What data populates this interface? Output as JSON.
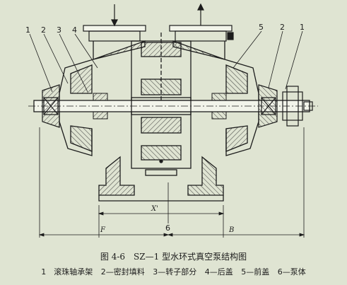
{
  "figure": {
    "caption": "图 4-6　SZ—1 型水环式真空泵结构图",
    "callouts_left": [
      "1",
      "2",
      "3",
      "4"
    ],
    "callouts_right": [
      "5",
      "2",
      "1"
    ],
    "callout_bottom": "6",
    "dimensions": {
      "x_prime": "X'",
      "f": "F",
      "b": "B"
    },
    "legend": [
      "1　滚珠轴承架",
      "2—密封填料",
      "3—转子部分",
      "4—后盖",
      "5—前盖",
      "6—泵体"
    ]
  },
  "colors": {
    "ink": "#1c1c1c",
    "paper": "#dfe4d2",
    "hatch": "#3a3a3a"
  }
}
